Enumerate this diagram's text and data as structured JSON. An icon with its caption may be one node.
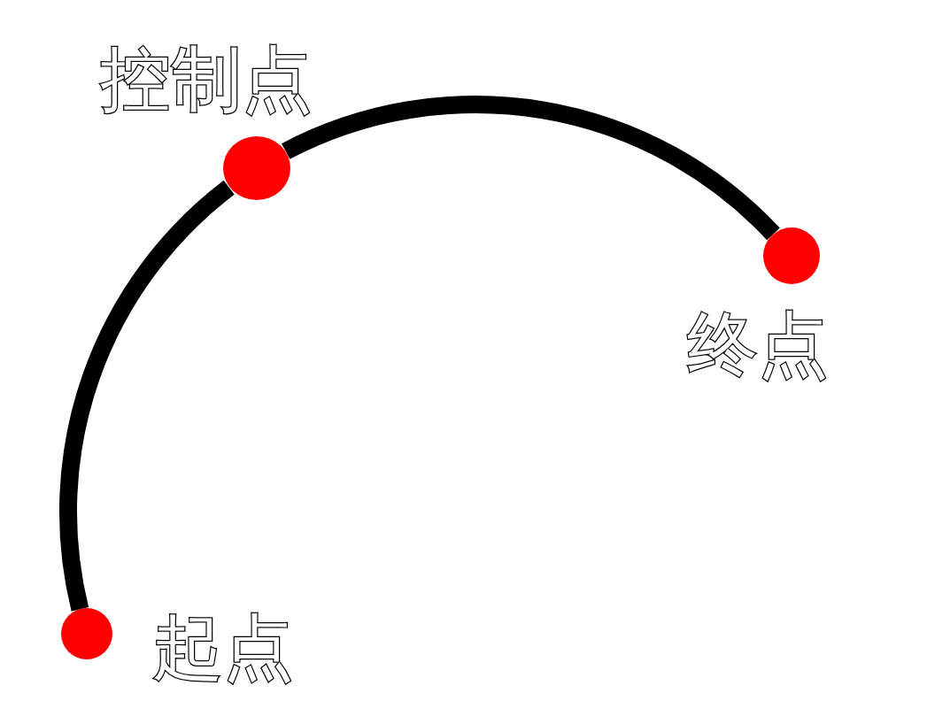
{
  "diagram": {
    "nodes": [
      {
        "text": [],
        "shape": "circle",
        "beside": [
          "起点"
        ]
      },
      {
        "text": [],
        "shape": "circle",
        "beside": [
          "控制点"
        ]
      },
      {
        "text": [],
        "shape": "circle",
        "beside": [
          "终点"
        ]
      }
    ],
    "edges": [
      {
        "from": 0,
        "to": 1,
        "arrow": "none"
      },
      {
        "from": 1,
        "to": 2,
        "arrow": "none"
      }
    ]
  }
}
